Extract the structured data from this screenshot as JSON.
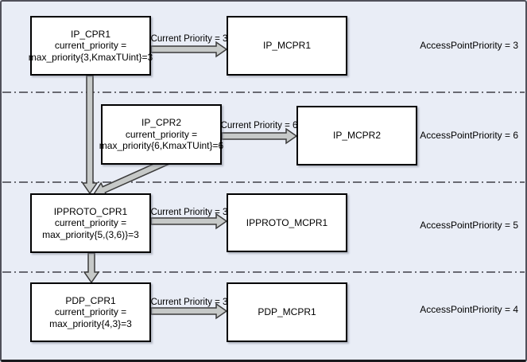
{
  "colors": {
    "background": "#e9edf6",
    "frame_border": "#50505a",
    "box_fill": "#ffffff",
    "box_border": "#000000",
    "arrow_fill": "#c6c9c8",
    "arrow_outline": "#3b3b3b",
    "separator_line": "#3f3f46",
    "text": "#000000"
  },
  "bands": [
    {
      "cpr": {
        "title": "IP_CPR1",
        "lines": [
          "current_priority =",
          "max_priority{3,KmaxTUint}=3"
        ]
      },
      "mcpr_title": "IP_MCPR1",
      "arrow_label": "Current Priority = 3",
      "right_label": "AccessPointPriority = 3"
    },
    {
      "cpr": {
        "title": "IP_CPR2",
        "lines": [
          "current_priority =",
          "max_priority{6,KmaxTUint}=6"
        ]
      },
      "mcpr_title": "IP_MCPR2",
      "arrow_label": "Current Priority = 6",
      "right_label": "AccessPointPriority = 6"
    },
    {
      "cpr": {
        "title": "IPPROTO_CPR1",
        "lines": [
          "current_priority =",
          "max_priority{5,(3,6)}=3"
        ]
      },
      "mcpr_title": "IPPROTO_MCPR1",
      "arrow_label": "Current Priority = 3",
      "right_label": "AccessPointPriority = 5"
    },
    {
      "cpr": {
        "title": "PDP_CPR1",
        "lines": [
          "current_priority =",
          "max_priority{4,3}=3"
        ]
      },
      "mcpr_title": "PDP_MCPR1",
      "arrow_label": "Current Priority = 3",
      "right_label": "AccessPointPriority = 4"
    }
  ]
}
